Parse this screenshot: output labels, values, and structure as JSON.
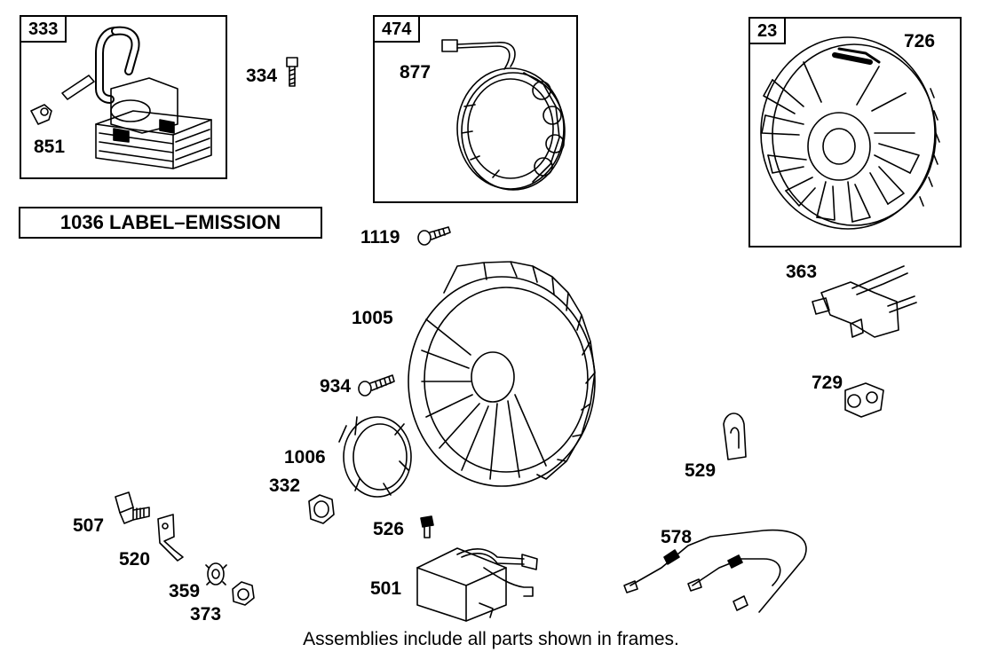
{
  "frames": {
    "ignition_coil": {
      "tag": "333"
    },
    "alternator": {
      "tag": "474"
    },
    "flywheel": {
      "tag": "23"
    }
  },
  "parts": {
    "p333_851": "851",
    "p334": "334",
    "p474_877": "877",
    "p23_726": "726",
    "p1119": "1119",
    "p1005": "1005",
    "p934": "934",
    "p1006": "1006",
    "p332": "332",
    "p526": "526",
    "p507": "507",
    "p520": "520",
    "p359": "359",
    "p373": "373",
    "p501": "501",
    "p578": "578",
    "p529": "529",
    "p729": "729",
    "p363": "363"
  },
  "label_box": "1036 LABEL–EMISSION",
  "footer_note": "Assemblies include all parts shown in frames."
}
